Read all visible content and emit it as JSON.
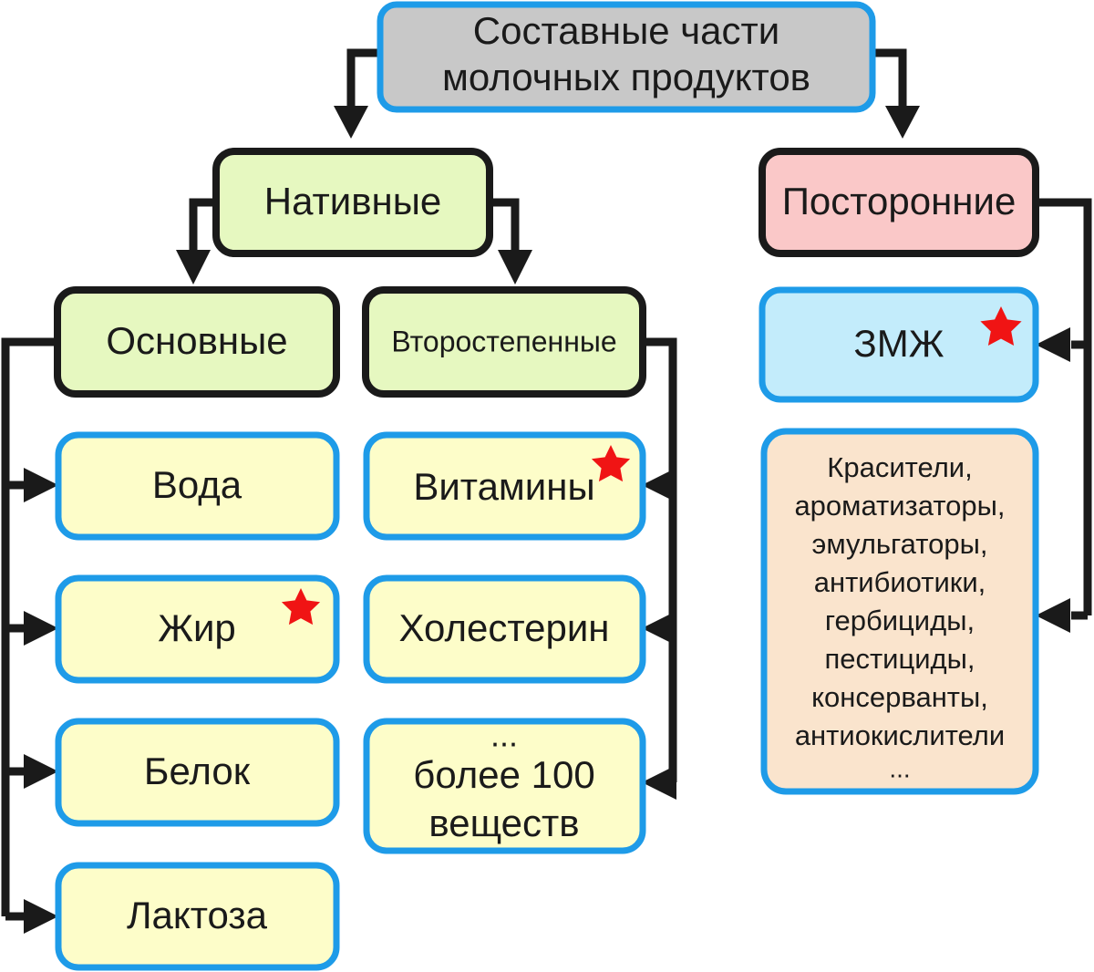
{
  "diagram": {
    "title_node": {
      "id": "root",
      "label_lines": [
        "Составные части",
        "молочных продуктов"
      ],
      "fill": "#c8c8c8",
      "stroke": "#1e9be8"
    },
    "nodes": [
      {
        "id": "native",
        "label_lines": [
          "Нативные"
        ],
        "fill": "#e6f8c0",
        "stroke": "#1a1a1a",
        "star": false
      },
      {
        "id": "foreign",
        "label_lines": [
          "Посторонние"
        ],
        "fill": "#fac8c8",
        "stroke": "#1a1a1a",
        "star": false
      },
      {
        "id": "main",
        "label_lines": [
          "Основные"
        ],
        "fill": "#e6f8c0",
        "stroke": "#1a1a1a",
        "star": false
      },
      {
        "id": "secondary",
        "label_lines": [
          "Второстепенные"
        ],
        "fill": "#e6f8c0",
        "stroke": "#1a1a1a",
        "star": false
      },
      {
        "id": "zmzh",
        "label_lines": [
          "ЗМЖ"
        ],
        "fill": "#c3ecfb",
        "stroke": "#1e9be8",
        "star": true
      },
      {
        "id": "water",
        "label_lines": [
          "Вода"
        ],
        "fill": "#fdfdc9",
        "stroke": "#1e9be8",
        "star": false
      },
      {
        "id": "vitamins",
        "label_lines": [
          "Витамины"
        ],
        "fill": "#fdfdc9",
        "stroke": "#1e9be8",
        "star": true
      },
      {
        "id": "fat",
        "label_lines": [
          "Жир"
        ],
        "fill": "#fdfdc9",
        "stroke": "#1e9be8",
        "star": true
      },
      {
        "id": "cholesterol",
        "label_lines": [
          "Холестерин"
        ],
        "fill": "#fdfdc9",
        "stroke": "#1e9be8",
        "star": false
      },
      {
        "id": "protein",
        "label_lines": [
          "Белок"
        ],
        "fill": "#fdfdc9",
        "stroke": "#1e9be8",
        "star": false
      },
      {
        "id": "more100",
        "label_lines": [
          "...",
          "более 100",
          "веществ"
        ],
        "fill": "#fdfdc9",
        "stroke": "#1e9be8",
        "star": false
      },
      {
        "id": "lactose",
        "label_lines": [
          "Лактоза"
        ],
        "fill": "#fdfdc9",
        "stroke": "#1e9be8",
        "star": false
      },
      {
        "id": "additives",
        "label_lines": [
          "Красители,",
          "ароматизаторы,",
          "эмульгаторы,",
          "антибиотики,",
          "гербициды,",
          "пестициды,",
          "консерванты,",
          "антиокислители",
          "..."
        ],
        "fill": "#fae4cd",
        "stroke": "#1e9be8",
        "star": false
      }
    ],
    "labels": {
      "root_line1": "Составные части",
      "root_line2": "молочных продуктов",
      "native": "Нативные",
      "foreign": "Посторонние",
      "main": "Основные",
      "secondary": "Второстепенные",
      "zmzh": "ЗМЖ",
      "water": "Вода",
      "vitamins": "Витамины",
      "fat": "Жир",
      "cholesterol": "Холестерин",
      "protein": "Белок",
      "more100_l1": "...",
      "more100_l2": "более 100",
      "more100_l3": "веществ",
      "lactose": "Лактоза",
      "additives_l1": "Красители,",
      "additives_l2": "ароматизаторы,",
      "additives_l3": "эмульгаторы,",
      "additives_l4": "антибиотики,",
      "additives_l5": "гербициды,",
      "additives_l6": "пестициды,",
      "additives_l7": "консерванты,",
      "additives_l8": "антиокислители",
      "additives_l9": "..."
    },
    "colors": {
      "title_fill": "#c8c8c8",
      "green_fill": "#e6f8c0",
      "pink_fill": "#fac8c8",
      "yellow_fill": "#fdfdc9",
      "blue_fill": "#c3ecfb",
      "peach_fill": "#fae4cd",
      "blue_stroke": "#1e9be8",
      "black_stroke": "#1a1a1a",
      "star_color": "#f01414",
      "text_color": "#1a1a1a",
      "background": "#ffffff"
    }
  }
}
